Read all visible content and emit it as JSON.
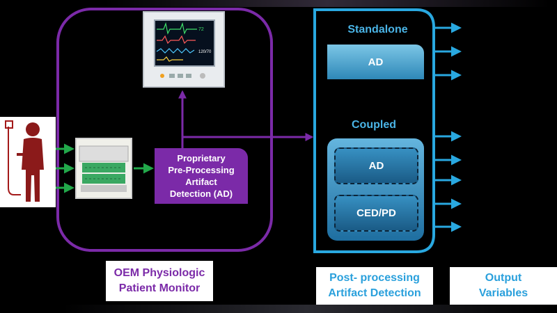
{
  "colors": {
    "purple": "#7b2aa8",
    "blue": "#29a8e0",
    "green": "#22a84a",
    "background": "#000000"
  },
  "patient": {
    "icon": "patient-figure-icon"
  },
  "oem_device": {
    "icon": "monitor-module-icon"
  },
  "patient_monitor": {
    "icon": "patient-monitor-icon",
    "display_value": "120/70"
  },
  "preprocessing": {
    "label": "Proprietary\nPre-Processing\nArtifact\nDetection (AD)"
  },
  "standalone": {
    "heading": "Standalone",
    "box": "AD"
  },
  "coupled": {
    "heading": "Coupled",
    "items": [
      "AD",
      "CED/PD"
    ]
  },
  "captions": {
    "oem": "OEM Physiologic\nPatient Monitor",
    "post": "Post- processing\nArtifact Detection",
    "output": "Output\nVariables"
  }
}
